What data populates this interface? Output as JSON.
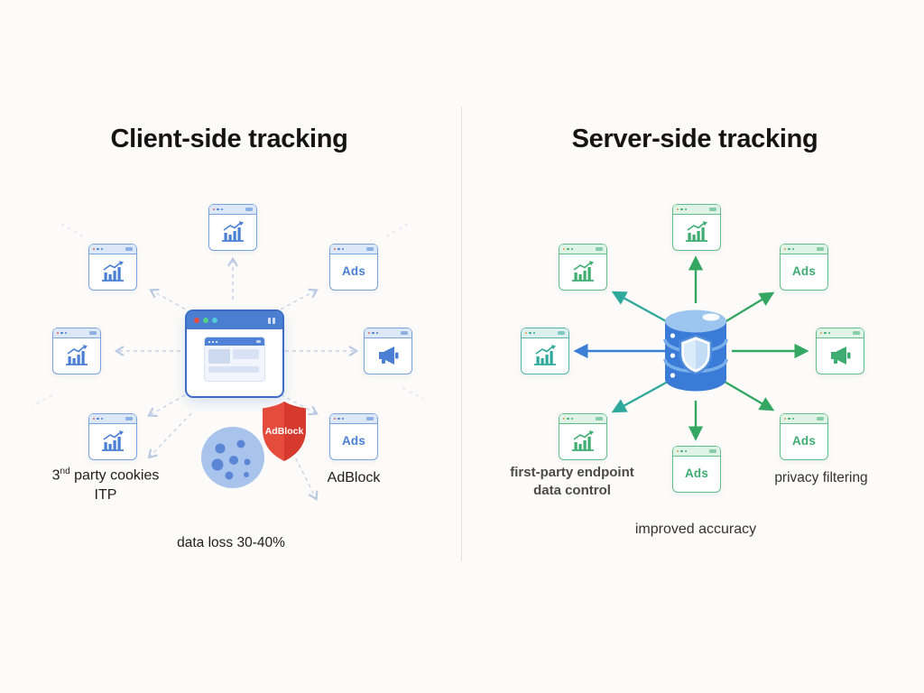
{
  "titles": {
    "left": "Client-side tracking",
    "right": "Server-side tracking"
  },
  "ads_label": "Ads",
  "left": {
    "shield_text": "AdBlock",
    "adblock_label": "AdBlock",
    "cookie_line1_num": "3",
    "cookie_line1_sup": "nd",
    "cookie_line1_rest": " party cookies",
    "cookie_line2": "ITP",
    "data_loss": "data loss 30-40%"
  },
  "right": {
    "endpoint_line1": "first-party endpoint",
    "endpoint_line2": "data control",
    "privacy": "privacy filtering",
    "accuracy": "improved accuracy"
  },
  "colors": {
    "blue_accent": "#4a7fd4",
    "green_accent": "#3fad72",
    "teal_accent": "#2fa99c",
    "arrow_blue": "#3b7fd6",
    "arrow_green": "#34a863",
    "shield_red": "#e64c3c",
    "database_blue": "#3b7bd8"
  }
}
